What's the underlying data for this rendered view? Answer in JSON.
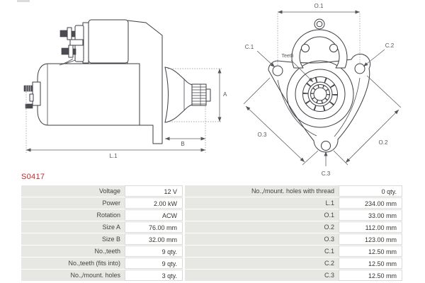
{
  "part_number": "S0417",
  "accent_red": "#c4272e",
  "diagram": {
    "side_view": {
      "dim_a": "A",
      "dim_b": "B",
      "dim_l1": "L.1"
    },
    "front_view": {
      "dim_o1": "O.1",
      "dim_o2": "O.2",
      "dim_o3": "O.3",
      "dim_c1": "C.1",
      "dim_c2": "C.2",
      "dim_c3": "C.3",
      "teeth_label": "Teeth"
    }
  },
  "table": {
    "left_rows": [
      {
        "label": "Voltage",
        "value": "12 V"
      },
      {
        "label": "Power",
        "value": "2.00 kW"
      },
      {
        "label": "Rotation",
        "value": "ACW"
      },
      {
        "label": "Size A",
        "value": "76.00 mm"
      },
      {
        "label": "Size B",
        "value": "32.00 mm"
      },
      {
        "label": "No.,teeth",
        "value": "9 qty."
      },
      {
        "label": "No.,teeth (fits into)",
        "value": "9 qty."
      },
      {
        "label": "No.,/mount. holes",
        "value": "3 qty."
      }
    ],
    "right_rows": [
      {
        "label": "No.,/mount. holes with thread",
        "value": "0 qty."
      },
      {
        "label": "L.1",
        "value": "234.00 mm"
      },
      {
        "label": "O.1",
        "value": "33.00 mm"
      },
      {
        "label": "O.2",
        "value": "112.00 mm"
      },
      {
        "label": "O.3",
        "value": "123.00 mm"
      },
      {
        "label": "C.1",
        "value": "12.50 mm"
      },
      {
        "label": "C.2",
        "value": "12.50 mm"
      },
      {
        "label": "C.3",
        "value": "12.50 mm"
      }
    ]
  }
}
